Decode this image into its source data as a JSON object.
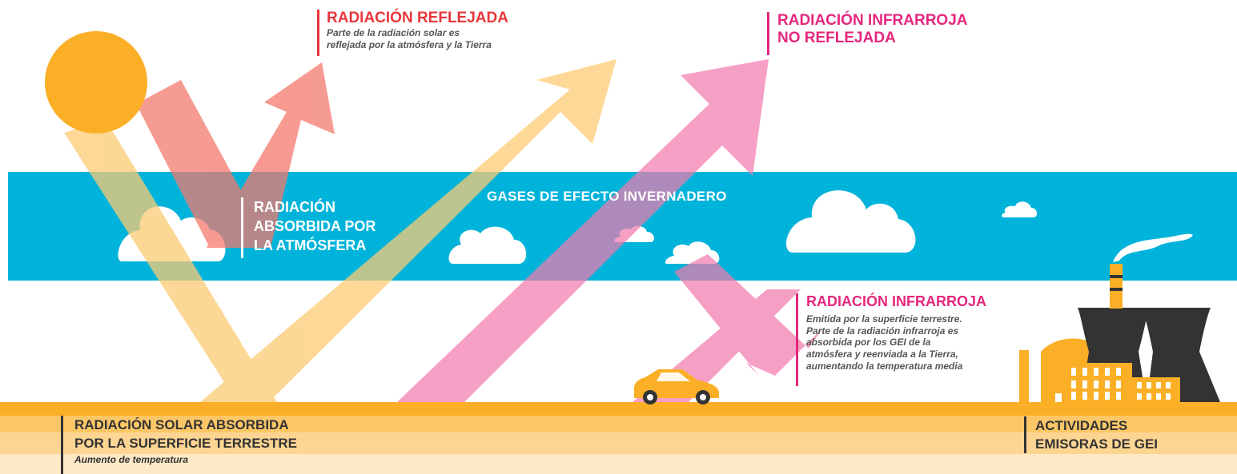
{
  "colors": {
    "sun": "#FBAF27",
    "atmosphere": "#00B3DA",
    "reflected": "#F3796E",
    "solar_beam": "#FCCB74",
    "infrared": "#F27BAE",
    "ground_top": "#FBAF27",
    "ground_mid": "#FDD593",
    "ground_light": "#FDE9C6",
    "reflected_title": "#E8363B",
    "infrared_title": "#E4277E",
    "dark": "#333333",
    "cloud": "#FFFFFF"
  },
  "labels": {
    "reflected": {
      "title": "RADIACIÓN REFLEJADA",
      "desc_lines": [
        "Parte de la radiación solar es",
        "reflejada por la atmósfera y la Tierra"
      ]
    },
    "infrared_not_reflected": {
      "title_lines": [
        "RADIACIÓN INFRARROJA",
        "NO REFLEJADA"
      ]
    },
    "absorbed_atmosphere": {
      "title_lines": [
        "RADIACIÓN",
        "ABSORBIDA POR",
        "LA ATMÓSFERA"
      ]
    },
    "greenhouse_gases": "GASES DE EFECTO INVERNADERO",
    "infrared": {
      "title": "RADIACIÓN INFRARROJA",
      "desc_lines": [
        "Emitida por la superficie terrestre.",
        "Parte de la radiación infrarroja es",
        "absorbida por los GEI de la",
        "atmósfera y reenviada a la Tierra,",
        "aumentando la temperatura media"
      ]
    },
    "surface_absorbed": {
      "title_lines": [
        "RADIACIÓN SOLAR ABSORBIDA",
        "POR LA SUPERFICIE TERRESTRE"
      ],
      "desc": "Aumento de temperatura"
    },
    "emitting_activities": {
      "title_lines": [
        "ACTIVIDADES",
        "EMISORAS DE GEI"
      ]
    }
  },
  "icons": {
    "sun": "sun-icon",
    "cloud": "cloud-icon",
    "car": "car-icon",
    "factory": "factory-icon"
  }
}
